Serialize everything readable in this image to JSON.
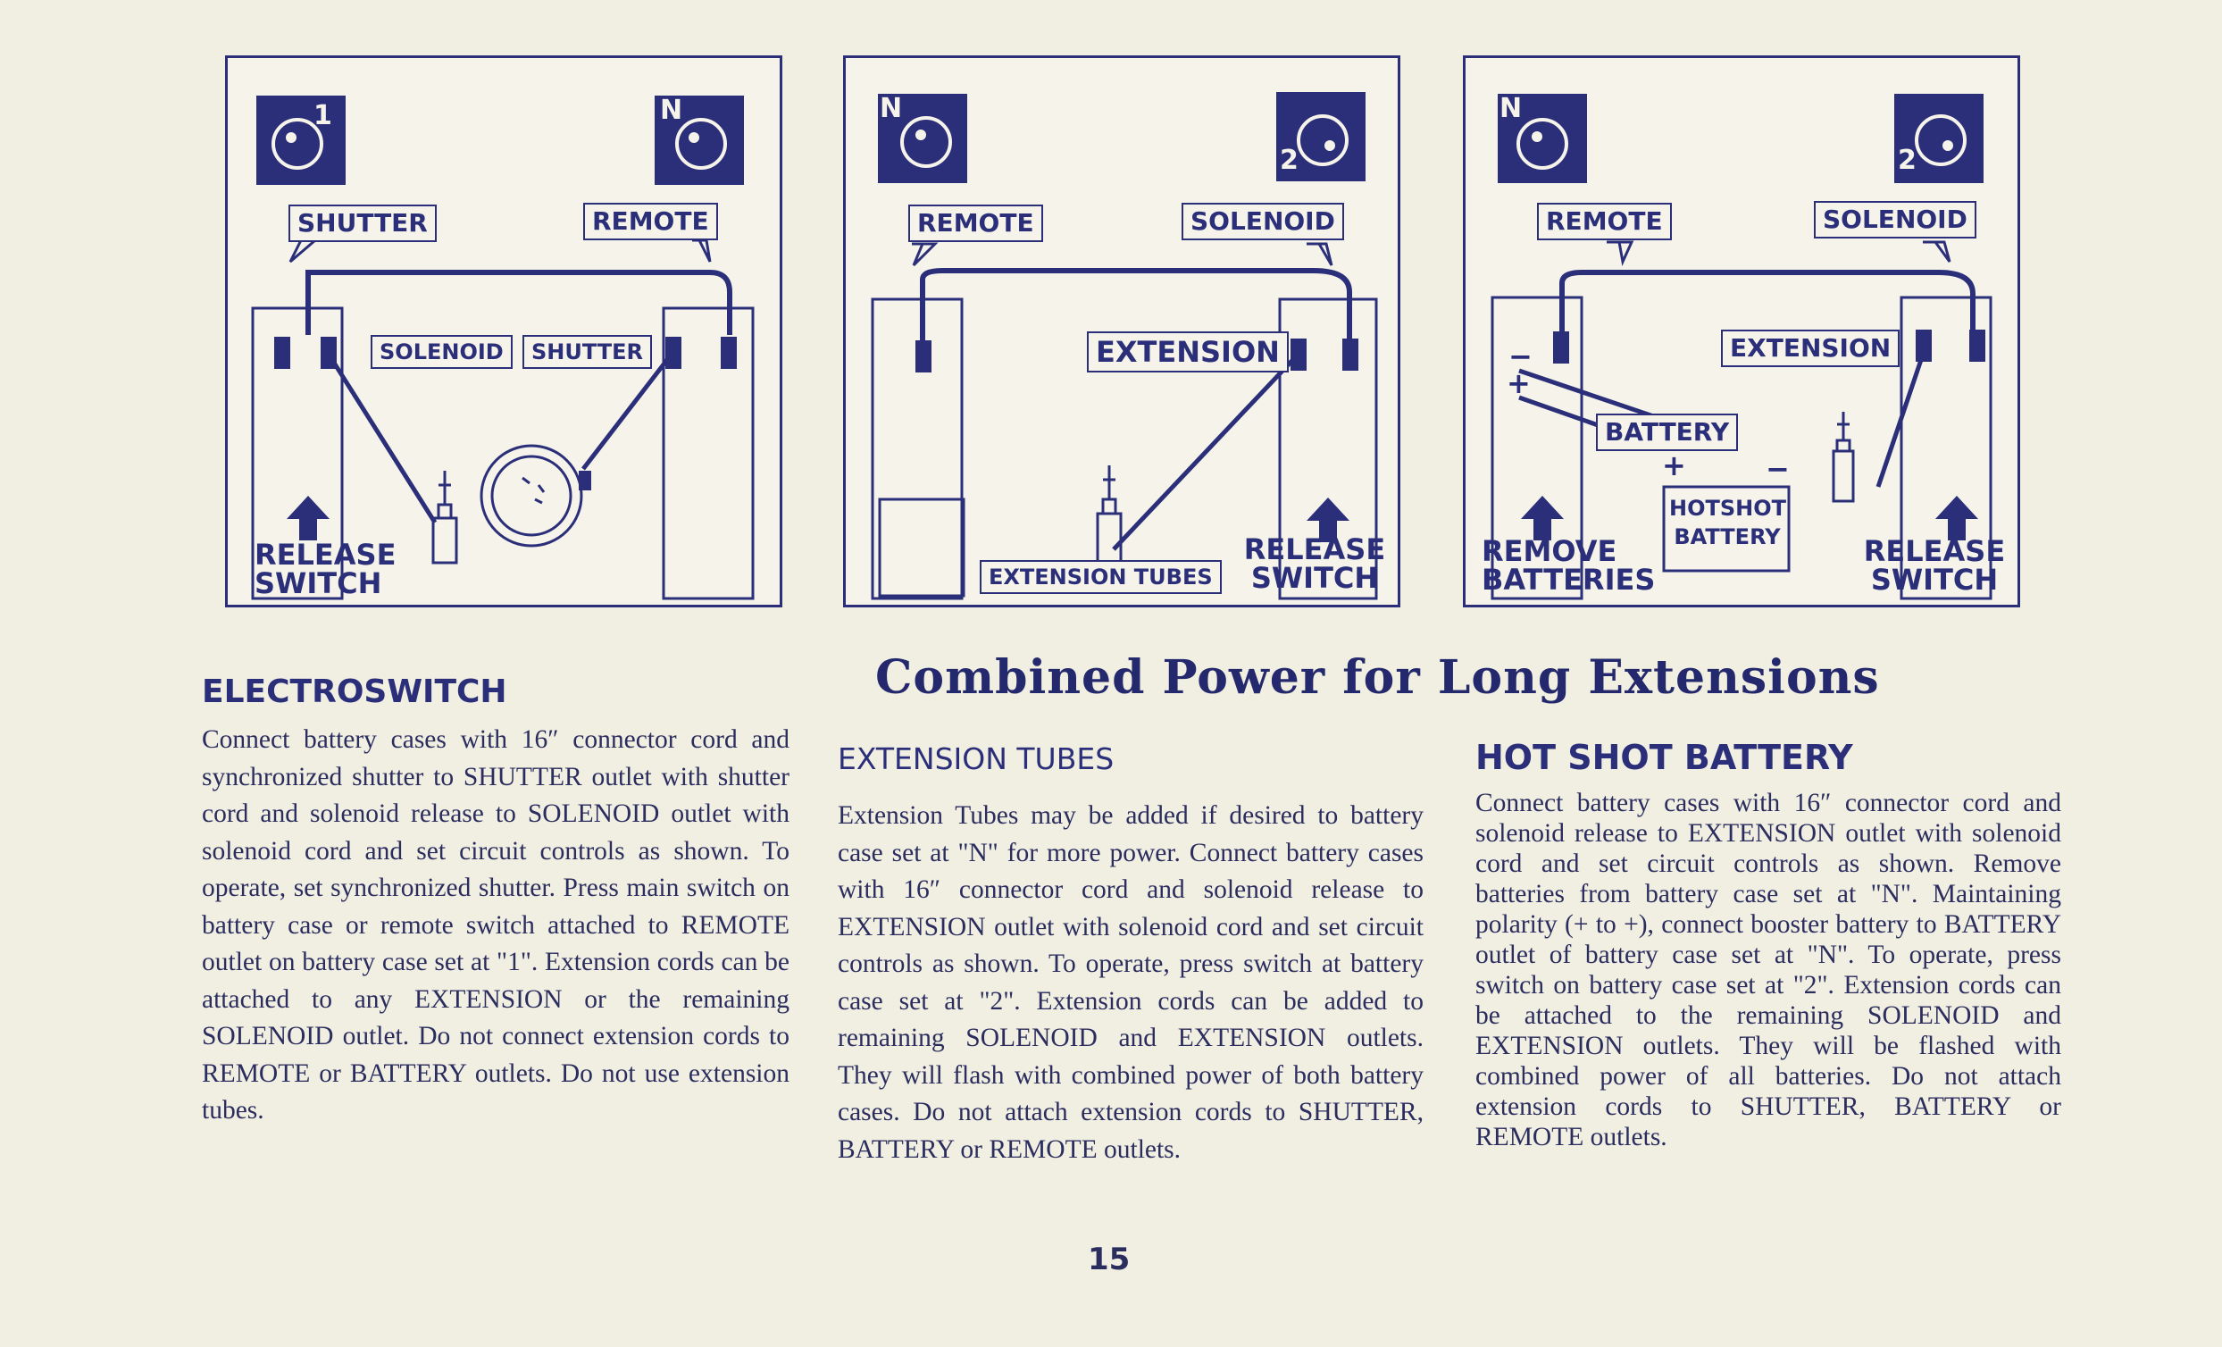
{
  "diagrams": [
    {
      "badge_left": "1",
      "badge_right": "N",
      "labels": {
        "top_left": "SHUTTER",
        "top_right": "REMOTE",
        "mid_left": "SOLENOID",
        "mid_right": "SHUTTER",
        "bottom": "RELEASE SWITCH"
      }
    },
    {
      "badge_left": "N",
      "badge_right": "2",
      "labels": {
        "top_left": "REMOTE",
        "top_right": "SOLENOID",
        "mid_right": "EXTENSION",
        "bottom_mid": "EXTENSION TUBES",
        "bottom": "RELEASE SWITCH"
      }
    },
    {
      "badge_left": "N",
      "badge_right": "2",
      "labels": {
        "top_left": "REMOTE",
        "top_right": "SOLENOID",
        "mid_right": "EXTENSION",
        "battery": "BATTERY",
        "hotshot": "HOTSHOT BATTERY",
        "bottom_left": "REMOVE BATTERIES",
        "bottom": "RELEASE SWITCH",
        "minus": "−",
        "plus": "+"
      }
    }
  ],
  "main_title": "Combined Power for Long Extensions",
  "sections": [
    {
      "heading": "ELECTROSWITCH",
      "text": "Connect battery cases with 16″ connector cord and synchronized shutter to SHUTTER outlet with shutter cord and solenoid release to SOLENOID outlet with solenoid cord and set circuit controls as shown. To operate, set synchronized shutter. Press main switch on battery case or remote switch attached to REMOTE outlet on battery case set at \"1\". Extension cords can be attached to any EXTENSION or the remaining SOLENOID outlet. Do not connect extension cords to REMOTE or BATTERY outlets. Do not use extension tubes."
    },
    {
      "heading": "EXTENSION TUBES",
      "text": "Extension Tubes may be added if desired to battery case set at \"N\" for more power. Connect battery cases with 16″ connector cord and solenoid release to EXTENSION outlet with solenoid cord and set circuit controls as shown. To operate, press switch at battery case set at \"2\". Extension cords can be added to remaining SOLENOID and EXTENSION outlets. They will flash with combined power of both battery cases. Do not attach extension cords to SHUTTER, BATTERY or REMOTE outlets."
    },
    {
      "heading": "HOT SHOT BATTERY",
      "text": "Connect battery cases with 16″ connector cord and solenoid release to EXTENSION outlet with solenoid cord and set circuit controls as shown. Remove batteries from battery case set at \"N\". Maintaining polarity (+ to +), connect booster battery to BATTERY outlet of battery case set at \"N\". To operate, press switch on battery case set at \"2\". Extension cords can be attached to the remaining SOLENOID and EXTENSION outlets. They will be flashed with combined power of all batteries. Do not attach extension cords to SHUTTER, BATTERY or REMOTE outlets."
    }
  ],
  "page_number": "15",
  "colors": {
    "ink": "#2b2f7a",
    "paper": "#f1efe2"
  }
}
